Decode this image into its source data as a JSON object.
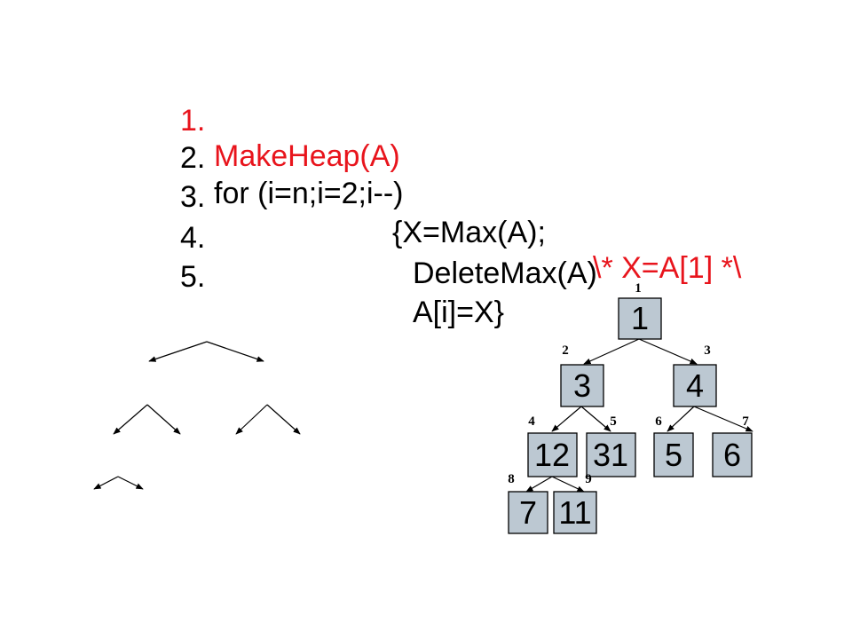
{
  "code_lines": [
    {
      "num": "1.",
      "text": "MakeHeap(A)",
      "color": "#e8141c"
    },
    {
      "num": "2.",
      "text": "for (i=n;i=2;i--)",
      "color": "#000000"
    },
    {
      "num": "3.",
      "text": "{X=Max(A);",
      "comment": "\\* X=A[1] *\\",
      "color": "#000000",
      "comment_color": "#e8141c"
    },
    {
      "num": "4.",
      "text": "DeleteMax(A)",
      "color": "#000000"
    },
    {
      "num": "5.",
      "text": "A[i]=X}",
      "color": "#000000"
    }
  ],
  "heap": {
    "nodes": [
      {
        "index": "1",
        "value": "1"
      },
      {
        "index": "2",
        "value": "3"
      },
      {
        "index": "3",
        "value": "4"
      },
      {
        "index": "4",
        "value": "12"
      },
      {
        "index": "5",
        "value": "31"
      },
      {
        "index": "6",
        "value": "5"
      },
      {
        "index": "7",
        "value": "6"
      },
      {
        "index": "8",
        "value": "7"
      },
      {
        "index": "9",
        "value": "11"
      }
    ],
    "node_fill": "#bcc8d2"
  }
}
